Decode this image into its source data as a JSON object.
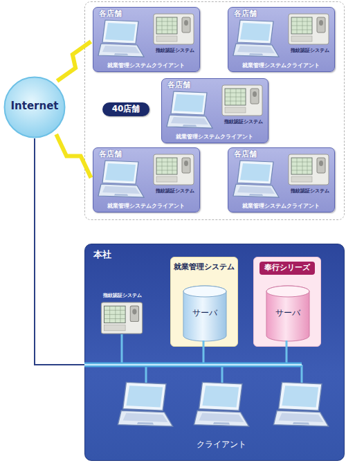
{
  "diagram": {
    "nodes": [
      {
        "text": [
          "40店舗"
        ]
      },
      {
        "text": [
          "各店舗",
          "指紋認証システム",
          "就業管理システムクライアント"
        ],
        "in": 0
      },
      {
        "text": [
          "各店舗",
          "指紋認証システム",
          "就業管理システムクライアント"
        ],
        "in": 0
      },
      {
        "text": [
          "各店舗",
          "指紋認証システム",
          "就業管理システムクライアント"
        ],
        "in": 0
      },
      {
        "text": [
          "各店舗",
          "指紋認証システム",
          "就業管理システムクライアント"
        ],
        "in": 0
      },
      {
        "text": [
          "各店舗",
          "指紋認証システム",
          "就業管理システムクライアント"
        ],
        "in": 0
      },
      {
        "text": [
          "Internet"
        ]
      },
      {
        "text": [
          "本社"
        ]
      },
      {
        "text": [
          "指紋認証システム"
        ],
        "in": 7
      },
      {
        "text": [
          "就業管理システム"
        ],
        "in": 7
      },
      {
        "text": [
          "サーバ"
        ],
        "in": 9
      },
      {
        "text": [
          "奉行シリーズ"
        ],
        "in": 7
      },
      {
        "text": [
          "サーバ"
        ],
        "in": 11
      }
    ],
    "edges": [
      {
        "from": 6,
        "to": 1,
        "arrow": "none"
      },
      {
        "from": 6,
        "to": 4,
        "arrow": "none"
      },
      {
        "from": 6,
        "to": 7,
        "arrow": "none"
      }
    ],
    "labels": [
      "クライアント"
    ]
  }
}
